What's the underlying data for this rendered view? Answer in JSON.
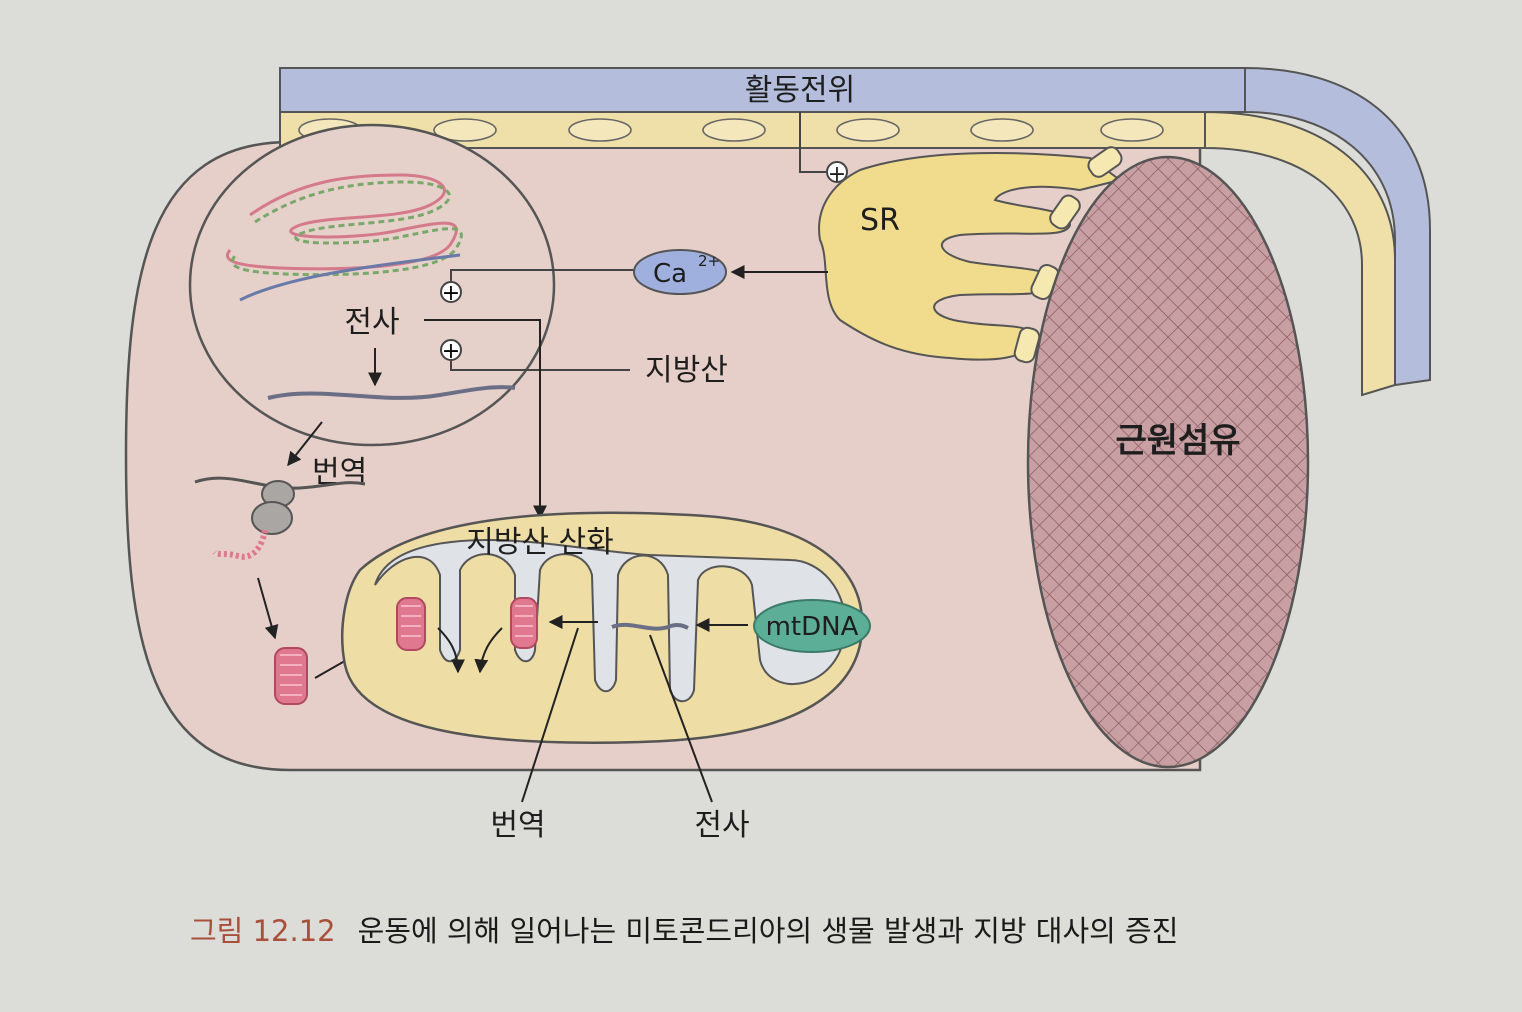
{
  "labels": {
    "action_potential": "활동전위",
    "sr": "SR",
    "calcium_base": "Ca",
    "calcium_charge": "2+",
    "nucleus_transcription": "전사",
    "nucleus_translation": "번역",
    "fatty_acid": "지방산",
    "fatty_acid_oxidation": "지방산 산화",
    "mtdna": "mtDNA",
    "myofibril": "근원섬유",
    "mito_translation": "번역",
    "mito_transcription": "전사",
    "plus_sign": "+"
  },
  "caption": {
    "number": "그림 12.12",
    "text": "운동에 의해 일어나는 미토콘드리아의 생물 발생과 지방 대사의 증진"
  },
  "colors": {
    "cell": "#e6cfc8",
    "membrane_blue": "#b4bedc",
    "membrane_yellow": "#eee0a8",
    "sr": "#f0dc8c",
    "calcium": "#9fb0de",
    "mtdna": "#5cae96",
    "myofibril": "#c8a0a4",
    "protein": "#e07890"
  }
}
